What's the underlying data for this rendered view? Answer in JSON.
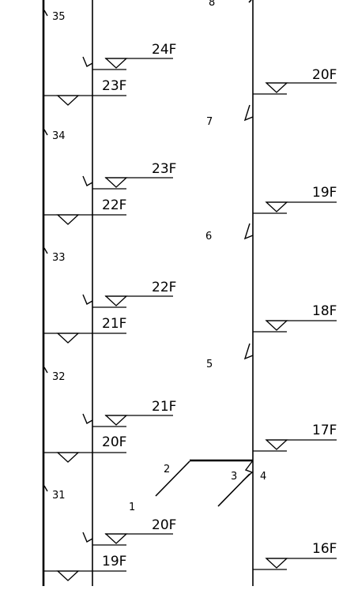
{
  "diagram": {
    "line_color": "#000000",
    "background": "#ffffff",
    "left_pipe_numbers": [
      "35",
      "34",
      "33",
      "32",
      "31"
    ],
    "middle_numbers": [
      "8",
      "7",
      "6",
      "5"
    ],
    "left_upper_levels": [
      "24F",
      "23F",
      "22F",
      "21F",
      "20F"
    ],
    "left_lower_levels": [
      "23F",
      "22F",
      "21F",
      "20F",
      "19F"
    ],
    "right_levels": [
      "20F",
      "19F",
      "18F",
      "17F",
      "16F"
    ],
    "detail_labels": [
      "1",
      "2",
      "3",
      "4"
    ]
  }
}
